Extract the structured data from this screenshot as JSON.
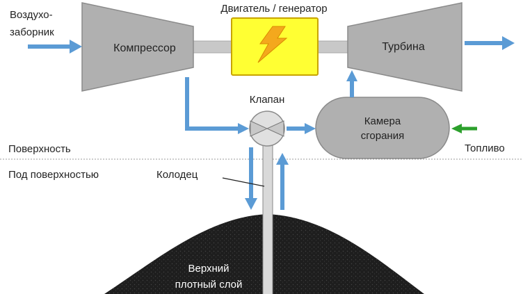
{
  "labels": {
    "air_intake_line1": "Воздухо-",
    "air_intake_line2": "заборник",
    "compressor": "Компрессор",
    "motor_generator": "Двигатель / генератор",
    "turbine": "Турбина",
    "valve": "Клапан",
    "combustion_line1": "Камера",
    "combustion_line2": "сгорания",
    "fuel": "Топливо",
    "surface": "Поверхность",
    "below_surface": "Под поверхностью",
    "well": "Колодец",
    "cap_line1": "Верхний",
    "cap_line2": "плотный слой"
  },
  "colors": {
    "flow_arrow": "#5b9bd5",
    "fuel_arrow": "#2ca02c",
    "machine_fill": "#b0b0b0",
    "machine_stroke": "#8a8a8a",
    "generator_fill": "#ffff33",
    "generator_stroke": "#c8a400",
    "bolt_fill": "#f4a81d",
    "shaft_fill": "#c8c8c8",
    "rock_fill": "#1e1e1e",
    "pipe_fill": "#d9d9d9",
    "surface_line": "#9a9a9a"
  },
  "icons": {
    "generator": "lightning-bolt-icon",
    "valve": "butterfly-valve-icon"
  }
}
